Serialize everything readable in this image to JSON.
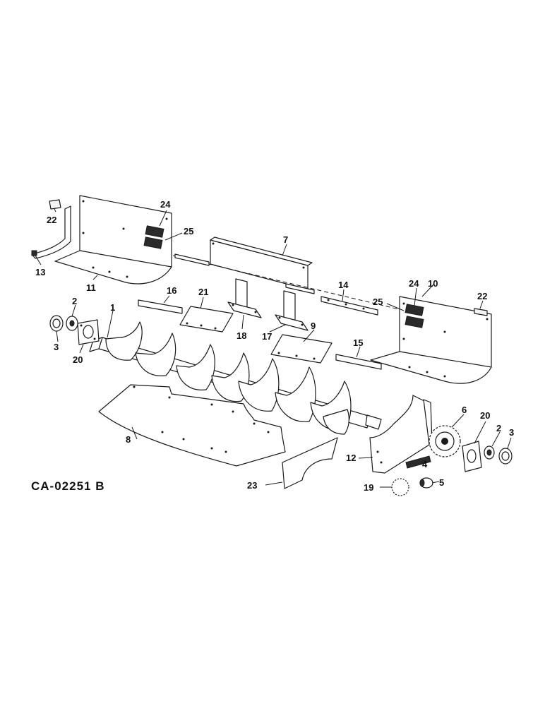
{
  "drawing": {
    "code": "CA-02251 B"
  },
  "callouts": {
    "c1": "1",
    "c2a": "2",
    "c2b": "2",
    "c3a": "3",
    "c3b": "3",
    "c4": "4",
    "c5": "5",
    "c6": "6",
    "c7": "7",
    "c8": "8",
    "c9": "9",
    "c10": "10",
    "c11": "11",
    "c12": "12",
    "c13": "13",
    "c14": "14",
    "c15": "15",
    "c16": "16",
    "c17": "17",
    "c18": "18",
    "c19": "19",
    "c20a": "20",
    "c20b": "20",
    "c21": "21",
    "c22a": "22",
    "c22b": "22",
    "c23": "23",
    "c24a": "24",
    "c24b": "24",
    "c25a": "25",
    "c25b": "25"
  }
}
